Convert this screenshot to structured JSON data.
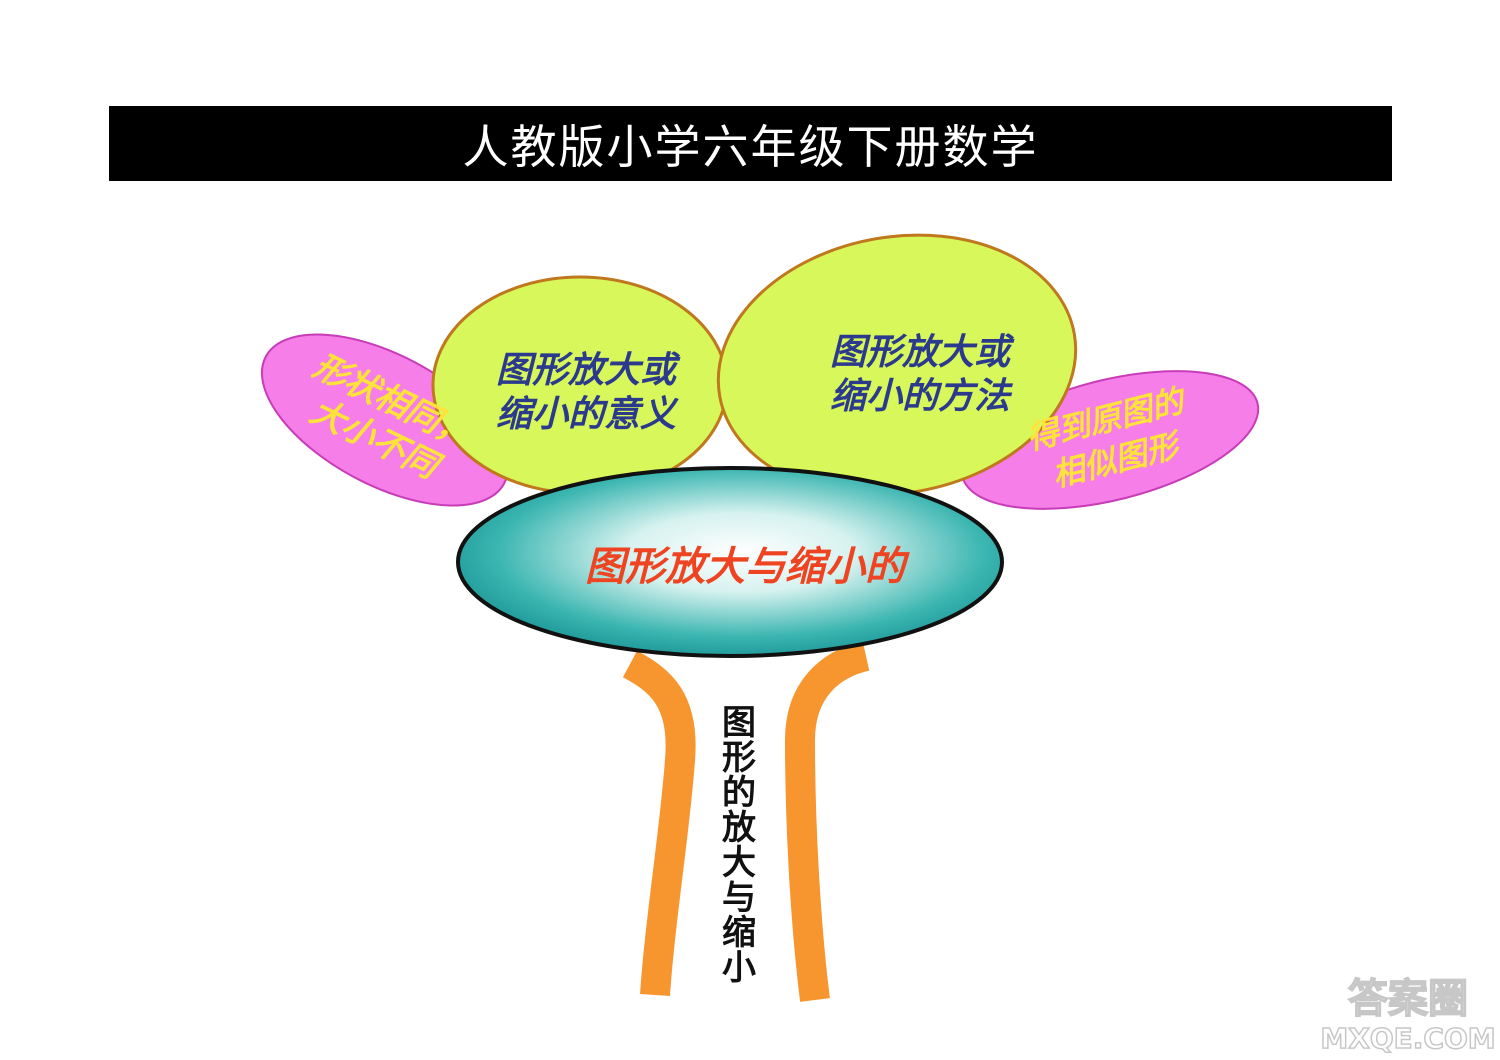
{
  "title": "人教版小学六年级下册数学",
  "center": {
    "label": "图形放大与缩小的"
  },
  "leaves": {
    "meaning": {
      "line1": "图形放大或",
      "line2": "缩小的意义"
    },
    "method": {
      "line1": "图形放大或",
      "line2": "缩小的方法"
    }
  },
  "petals": {
    "left": {
      "line1": "形状相同，",
      "line2": "大小不同"
    },
    "right": {
      "line1": "得到原图的",
      "line2": "相似图形"
    }
  },
  "trunk": {
    "label": "图形的放大与缩小"
  },
  "watermark": {
    "top": "答案圈",
    "bottom": "MXQE.COM"
  },
  "colors": {
    "title_bg": "#000000",
    "title_text": "#ffffff",
    "leaf_fill": "#d8f75a",
    "leaf_stroke": "#c0781e",
    "leaf_text": "#2b3a8c",
    "petal_fill": "#f57ee8",
    "petal_stroke": "#c83cb8",
    "petal_text": "#ffe23a",
    "center_fill": "#1fa3a3",
    "center_stroke": "#111111",
    "center_text": "#ee4422",
    "trunk": "#f7962f"
  }
}
